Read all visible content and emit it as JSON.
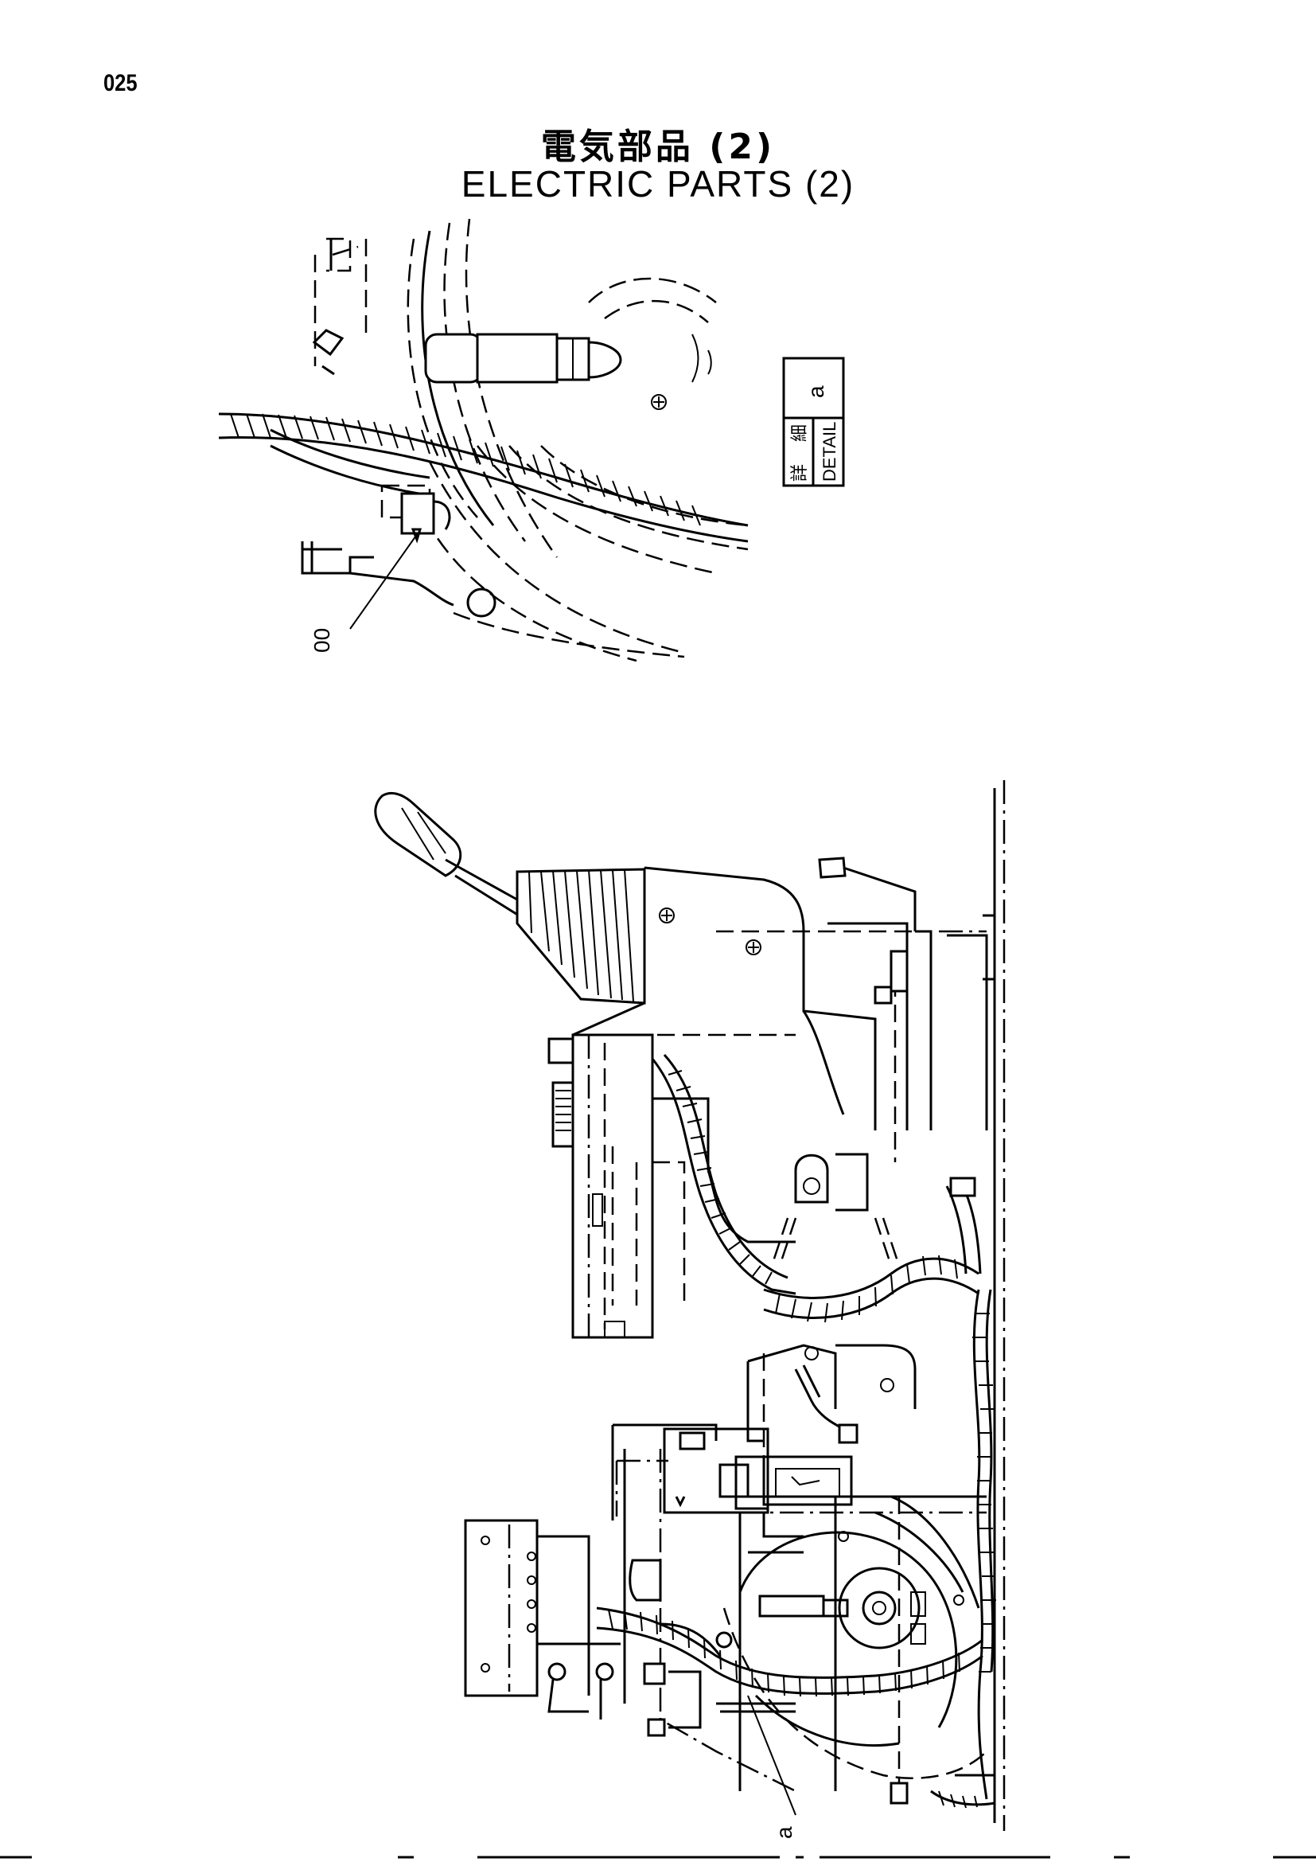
{
  "page": {
    "page_number": "025",
    "title_jp": "電気部品 (2)",
    "title_en": "ELECTRIC PARTS (2)"
  },
  "detail_box": {
    "kanji_1": "詳",
    "kanji_2": "細",
    "label": "DETAIL",
    "ref": "a"
  },
  "callouts": {
    "detail_view_ref": "00",
    "main_view_ref": "a"
  }
}
